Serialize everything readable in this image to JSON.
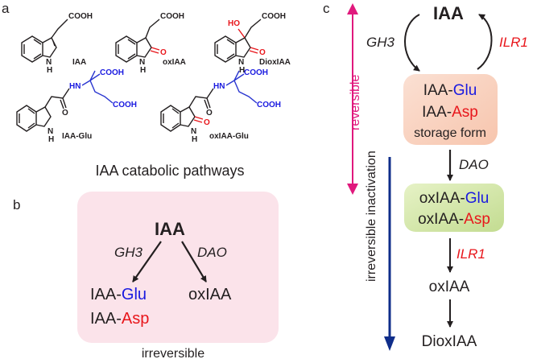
{
  "panels": {
    "a": "a",
    "b": "b",
    "c": "c"
  },
  "structures": {
    "iaa": {
      "name": "IAA",
      "cooh": "COOH",
      "nh": "N",
      "h": "H"
    },
    "oxiaa": {
      "name": "oxIAA",
      "cooh": "COOH",
      "nh": "N",
      "h": "H",
      "o": "O"
    },
    "dioxiaa": {
      "name": "DioxIAA",
      "cooh": "COOH",
      "ho": "HO",
      "nh": "N",
      "h": "H",
      "o": "O"
    },
    "iaa_glu": {
      "name": "IAA-Glu",
      "hn": "HN",
      "cooh1": "COOH",
      "cooh2": "COOH",
      "o": "O",
      "nh": "N",
      "h": "H"
    },
    "oxiaa_glu": {
      "name": "oxIAA-Glu",
      "hn": "HN",
      "cooh1": "COOH",
      "cooh2": "COOH",
      "o": "O",
      "nh": "N",
      "h": "H",
      "o2": "O"
    }
  },
  "panel_b": {
    "title": "IAA catabolic pathways",
    "root": "IAA",
    "enzyme_left": "GH3",
    "enzyme_right": "DAO",
    "prod1_prefix": "IAA-",
    "prod1_suffix": "Glu",
    "prod2_prefix": "IAA-",
    "prod2_suffix": "Asp",
    "prod3": "oxIAA",
    "footer": "irreversible"
  },
  "panel_c": {
    "root": "IAA",
    "enzyme_left": "GH3",
    "enzyme_right": "ILR1",
    "reversible_label": "reversible",
    "storage_l1_prefix": "IAA-",
    "storage_l1_suffix": "Glu",
    "storage_l2_prefix": "IAA-",
    "storage_l2_suffix": "Asp",
    "storage_caption": "storage form",
    "dao": "DAO",
    "ox_l1_prefix": "oxIAA-",
    "ox_l1_suffix": "Glu",
    "ox_l2_prefix": "oxIAA-",
    "ox_l2_suffix": "Asp",
    "ilr1": "ILR1",
    "oxiaa": "oxIAA",
    "dioxiaa": "DioxIAA",
    "irreversible_label": "irreversible inactivation"
  },
  "colors": {
    "glu": "#1a1ae0",
    "asp": "#e8161b",
    "ilr1": "#e8161b",
    "reversible_arrow": "#e0197d",
    "irreversible_arrow": "#0f2d8a",
    "panel_b_bg": "#fbe3ea",
    "storage_bg": "#f8cdb6",
    "ox_bg": "#cfe3a6"
  }
}
